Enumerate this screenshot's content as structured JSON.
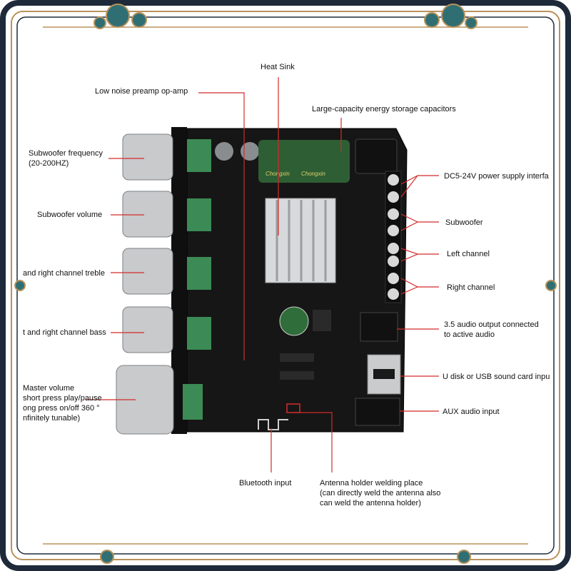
{
  "colors": {
    "border_dark": "#1e2a3a",
    "border_gold": "#b8925a",
    "ornament_teal": "#2f6f74",
    "leader_red": "#d42a2a",
    "pcb_black": "#161616",
    "knob_silver": "#c8cacc",
    "terminal_green": "#3c8a55",
    "capacitor_green": "#2e5e33",
    "heatsink_silver": "#d7d9db"
  },
  "labels": {
    "heat_sink": "Heat Sink",
    "preamp": "Low noise preamp op-amp",
    "capacitors": "Large-capacity energy storage capacitors",
    "sub_freq": "Subwoofer frequency\n(20-200HZ)",
    "power": "DC5-24V power supply interfa",
    "sub_vol": "Subwoofer volume",
    "subwoofer": "Subwoofer",
    "treble": "and right channel treble",
    "left_ch": "Left channel",
    "right_ch": "Right channel",
    "bass": "t and right channel bass",
    "aux_out": "3.5 audio output connected\nto active audio",
    "master": "Master volume\nshort press play/pause\nong press on/off 360 °\nnfinitely tunable)",
    "usb": "U disk or USB sound card inpu",
    "aux_in": "AUX audio input",
    "bluetooth": "Bluetooth input",
    "antenna": "Antenna holder welding place\n(can directly weld the antenna also\ncan weld the antenna holder)"
  },
  "board_text": {
    "cap_brand_1": "Chongxin",
    "cap_brand_2": "Chongxin"
  },
  "icons": [
    "knob-icon",
    "terminal-screw-icon",
    "usb-port-icon",
    "audio-jack-icon",
    "dc-jack-icon",
    "heatsink-icon",
    "ornament-icon"
  ]
}
